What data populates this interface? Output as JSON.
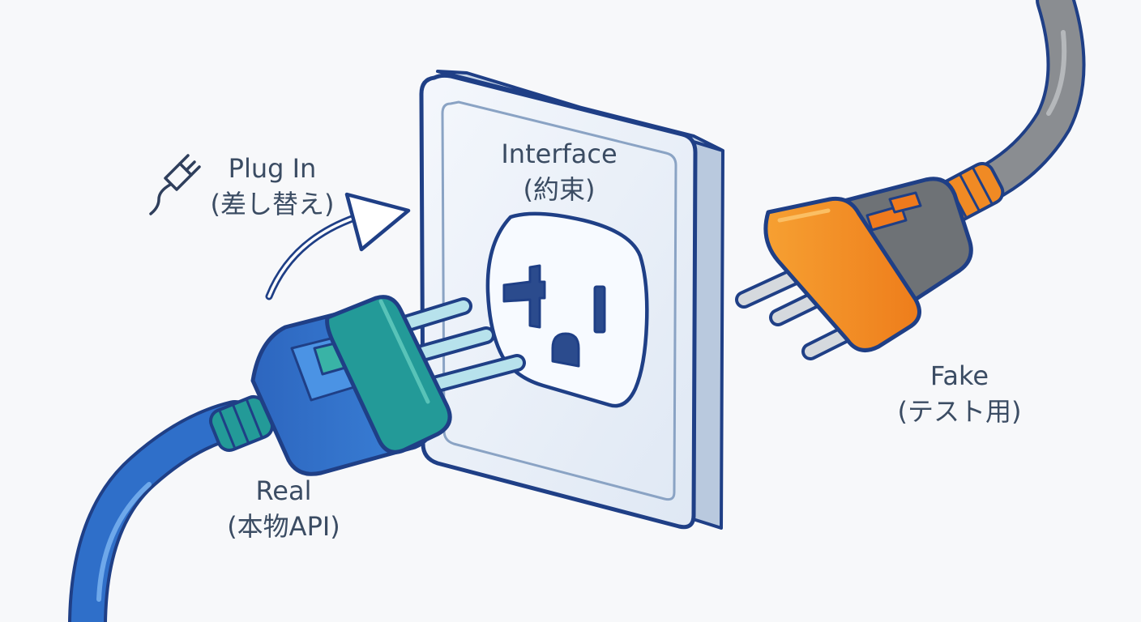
{
  "labels": {
    "interface": {
      "title": "Interface",
      "subtitle": "(約束)"
    },
    "plug_in": {
      "title": "Plug In",
      "subtitle": "(差し替え)"
    },
    "real": {
      "title": "Real",
      "subtitle": "(本物API)"
    },
    "fake": {
      "title": "Fake",
      "subtitle": "(テスト用)"
    }
  },
  "icons": {
    "plug_in": "plug-icon",
    "arrow": "curved-arrow-icon"
  },
  "colors": {
    "background": "#f7f8fa",
    "outline": "#1f3f86",
    "text": "#3b4c63",
    "outlet_plate": "#e9eff8",
    "real_plug": "#2f6fc9",
    "real_collar": "#239a98",
    "fake_plug": "#f08a24",
    "fake_body": "#6e7276",
    "fake_cable": "#8a8d91",
    "prong": "#cfd8e6"
  }
}
